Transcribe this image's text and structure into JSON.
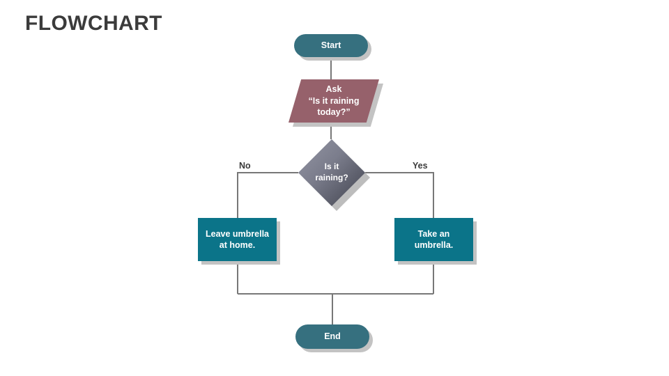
{
  "slide": {
    "title": "FLOWCHART",
    "background_color": "#ffffff"
  },
  "theme": {
    "title_color": "#3b3b3b",
    "terminator_color": "#36707f",
    "process_color": "#0b7489",
    "input_color": "#96616b",
    "decision_gradient_from": "#9496a4",
    "decision_gradient_to": "#464853",
    "shadow_color": "#c3c3c3",
    "connector_color": "#777777",
    "node_text_color": "#ffffff"
  },
  "flowchart": {
    "nodes": {
      "start": {
        "label": "Start",
        "shape": "terminator"
      },
      "ask": {
        "label": "Ask\n“Is it raining\ntoday?”",
        "shape": "parallelogram"
      },
      "decision": {
        "label": "Is it\nraining?",
        "shape": "diamond"
      },
      "no_action": {
        "label": "Leave umbrella\nat home.",
        "shape": "process"
      },
      "yes_action": {
        "label": "Take an\numbrella.",
        "shape": "process"
      },
      "end": {
        "label": "End",
        "shape": "terminator"
      }
    },
    "branches": {
      "no_label": "No",
      "yes_label": "Yes"
    }
  }
}
